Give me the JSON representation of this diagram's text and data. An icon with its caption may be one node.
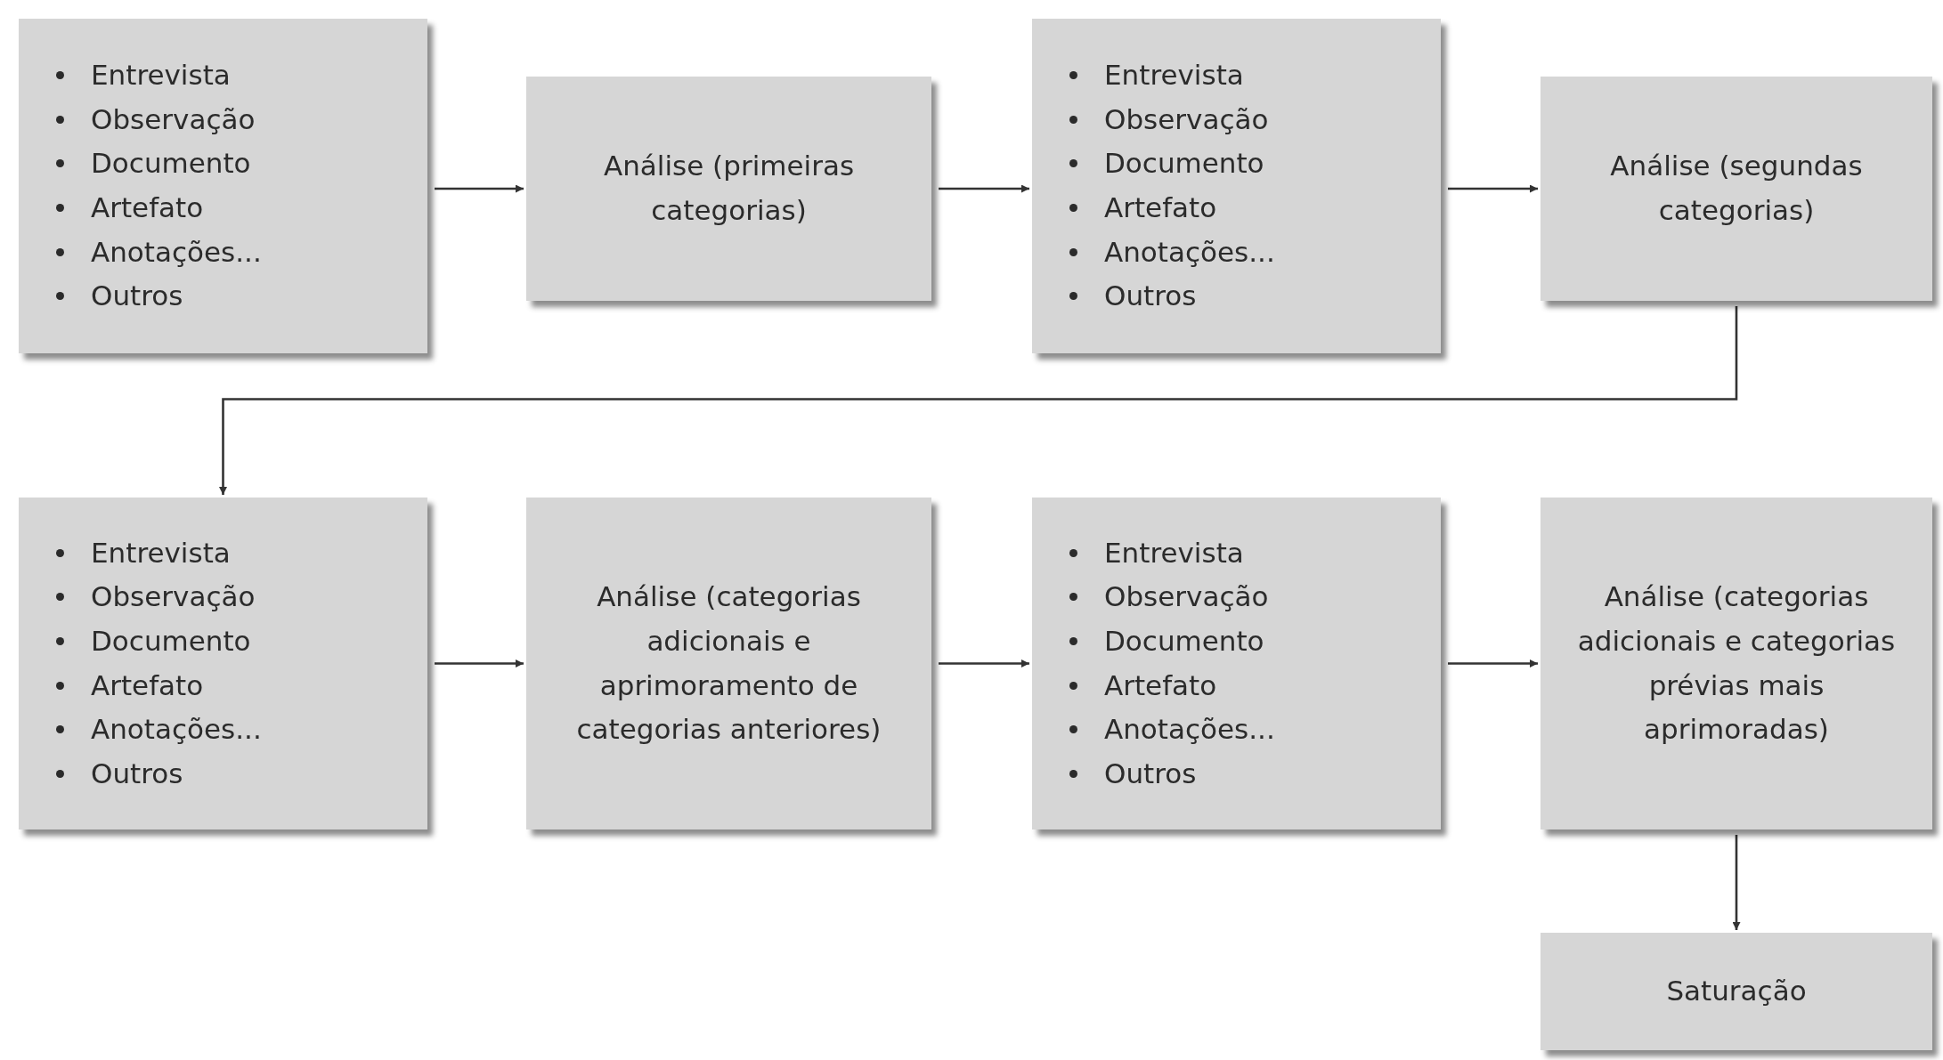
{
  "diagram": {
    "nodes": [
      {
        "text": [
          "Entrevista",
          "Observação",
          "Documento",
          "Artefato",
          "Anotações...",
          "Outros"
        ]
      },
      {
        "text": [
          "Análise (primeiras categorias)"
        ]
      },
      {
        "text": [
          "Entrevista",
          "Observação",
          "Documento",
          "Artefato",
          "Anotações...",
          "Outros"
        ]
      },
      {
        "text": [
          "Análise (segundas categorias)"
        ]
      },
      {
        "text": [
          "Entrevista",
          "Observação",
          "Documento",
          "Artefato",
          "Anotações...",
          "Outros"
        ]
      },
      {
        "text": [
          "Análise (categorias adicionais e aprimoramento de categorias anteriores)"
        ]
      },
      {
        "text": [
          "Entrevista",
          "Observação",
          "Documento",
          "Artefato",
          "Anotações...",
          "Outros"
        ]
      },
      {
        "text": [
          "Análise (categorias adicionais e categorias prévias mais aprimoradas)"
        ]
      },
      {
        "text": [
          "Saturação"
        ]
      }
    ],
    "edges": [
      {
        "from": 0,
        "to": 1,
        "arrow": "to"
      },
      {
        "from": 1,
        "to": 2,
        "arrow": "to"
      },
      {
        "from": 2,
        "to": 3,
        "arrow": "to"
      },
      {
        "from": 3,
        "to": 4,
        "arrow": "to"
      },
      {
        "from": 4,
        "to": 5,
        "arrow": "to"
      },
      {
        "from": 5,
        "to": 6,
        "arrow": "to"
      },
      {
        "from": 6,
        "to": 7,
        "arrow": "to"
      },
      {
        "from": 7,
        "to": 8,
        "arrow": "to"
      }
    ]
  }
}
